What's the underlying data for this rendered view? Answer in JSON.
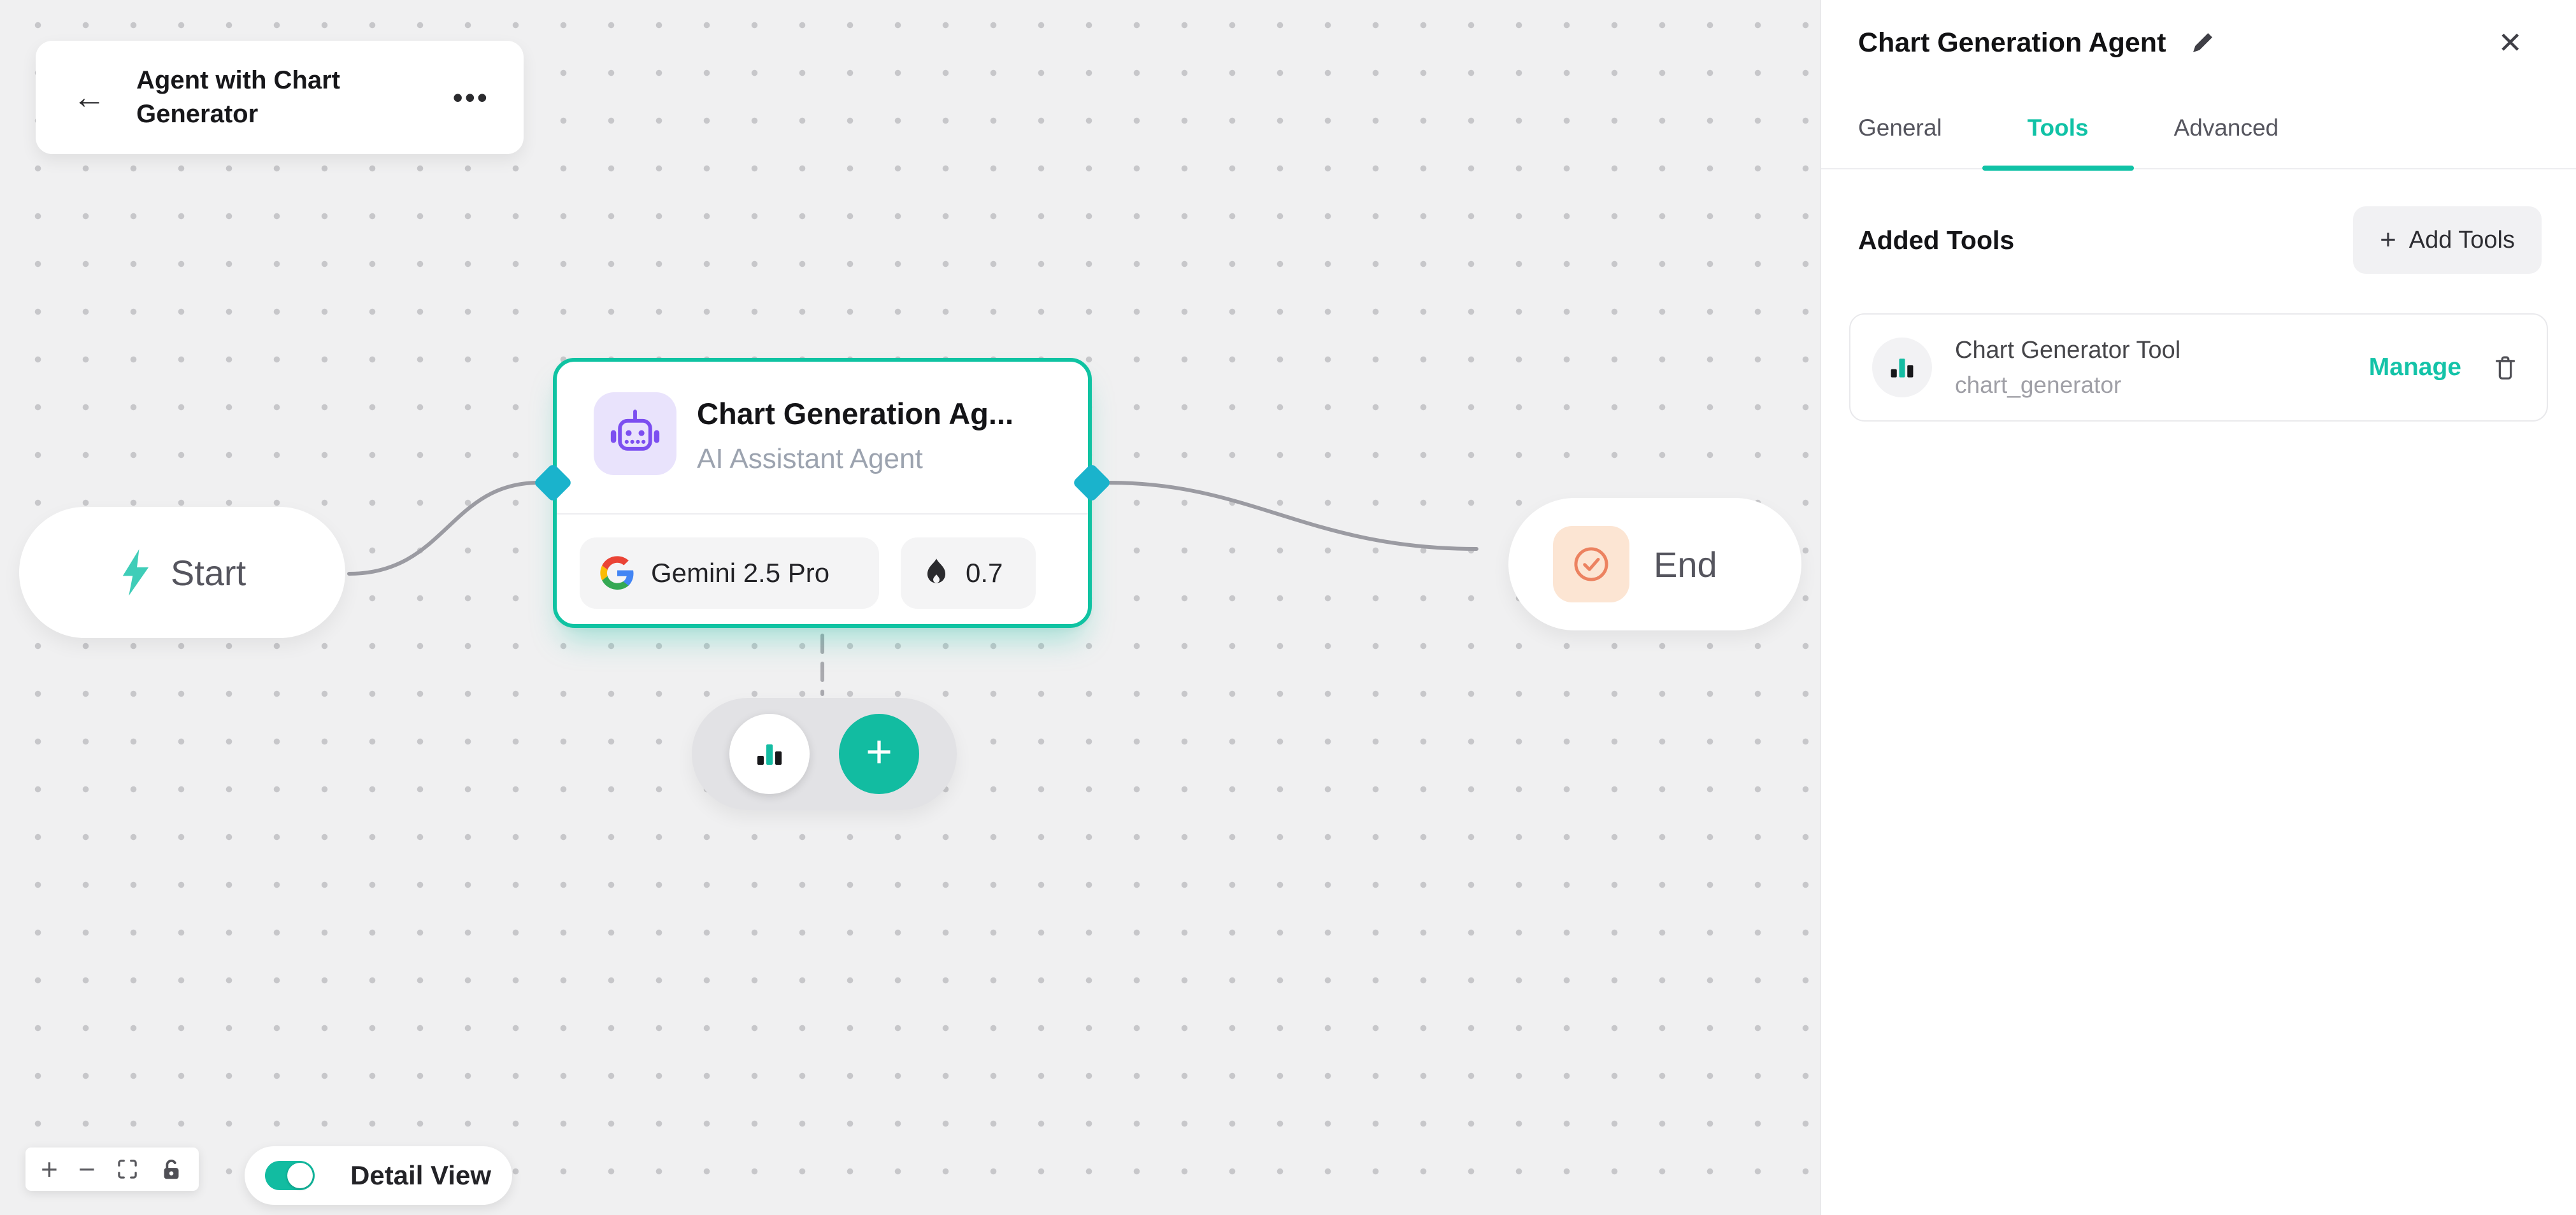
{
  "colors": {
    "accent": "#12bca1",
    "handle": "#1ab3cc",
    "node_border": "#0fc3a2",
    "end_accent": "#ec8260",
    "robot_purple": "#7c4ff0"
  },
  "header_card": {
    "back_icon": "←",
    "title": "Agent with Chart Generator",
    "menu_icon": "•••"
  },
  "canvas": {
    "start_node": {
      "label": "Start"
    },
    "agent_node": {
      "title": "Chart Generation Ag...",
      "subtitle": "AI Assistant Agent",
      "model": "Gemini 2.5 Pro",
      "temperature": "0.7"
    },
    "end_node": {
      "label": "End"
    },
    "add_node": {
      "plus_icon": "+"
    }
  },
  "controls": {
    "zoom_in": "+",
    "zoom_out": "−",
    "detail_view_label": "Detail View"
  },
  "panel": {
    "title": "Chart Generation Agent",
    "close_icon": "✕",
    "tabs": [
      {
        "label": "General"
      },
      {
        "label": "Tools"
      },
      {
        "label": "Advanced"
      }
    ],
    "active_tab": "Tools",
    "added_tools_heading": "Added Tools",
    "add_tools_button": {
      "plus_icon": "+",
      "label": "Add Tools"
    },
    "tools": [
      {
        "name": "Chart Generator Tool",
        "id": "chart_generator",
        "manage_label": "Manage"
      }
    ]
  }
}
